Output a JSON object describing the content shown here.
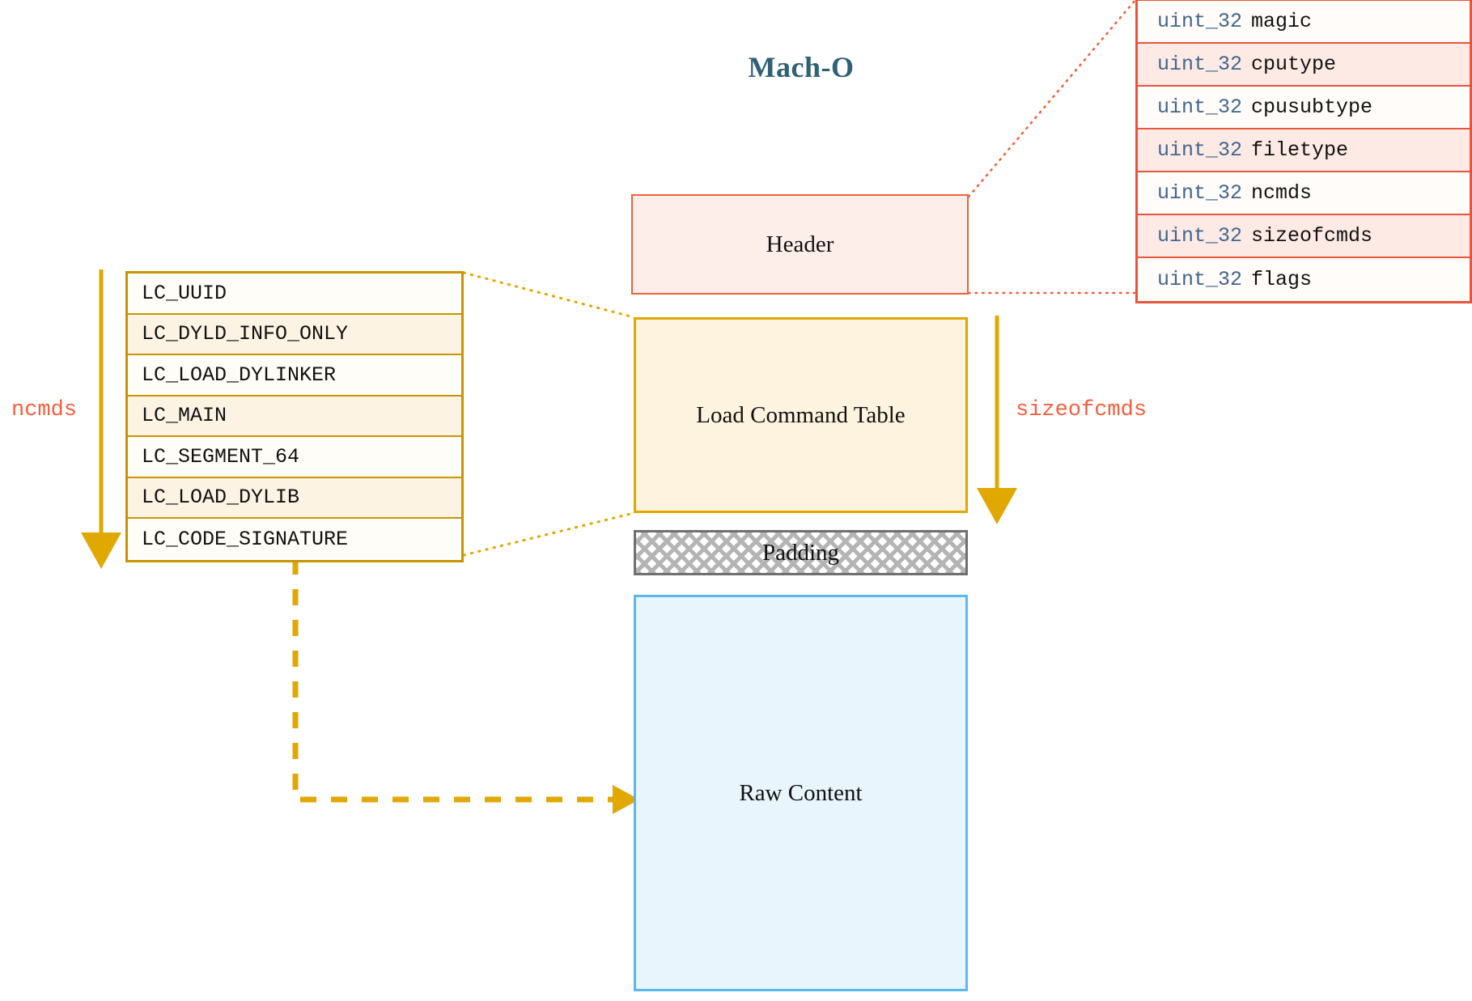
{
  "diagram": {
    "title": "Mach-O",
    "title_color": "#2e6076",
    "accent_red": "#f2603c",
    "accent_gold": "#e0a800",
    "accent_blue": "#5bb8ef",
    "accent_gray": "#707070"
  },
  "blocks": {
    "header": "Header",
    "load_command_table": "Load Command Table",
    "padding": "Padding",
    "raw_content": "Raw Content"
  },
  "annotations": {
    "ncmds": "ncmds",
    "sizeofcmds": "sizeofcmds"
  },
  "load_commands": [
    {
      "name": "LC_UUID"
    },
    {
      "name": "LC_DYLD_INFO_ONLY"
    },
    {
      "name": "LC_LOAD_DYLINKER"
    },
    {
      "name": "LC_MAIN"
    },
    {
      "name": "LC_SEGMENT_64"
    },
    {
      "name": "LC_LOAD_DYLIB"
    },
    {
      "name": "LC_CODE_SIGNATURE"
    }
  ],
  "header_fields": [
    {
      "type": "uint_32",
      "name": "magic"
    },
    {
      "type": "uint_32",
      "name": "cputype"
    },
    {
      "type": "uint_32",
      "name": "cpusubtype"
    },
    {
      "type": "uint_32",
      "name": "filetype"
    },
    {
      "type": "uint_32",
      "name": "ncmds"
    },
    {
      "type": "uint_32",
      "name": "sizeofcmds"
    },
    {
      "type": "uint_32",
      "name": "flags"
    }
  ]
}
